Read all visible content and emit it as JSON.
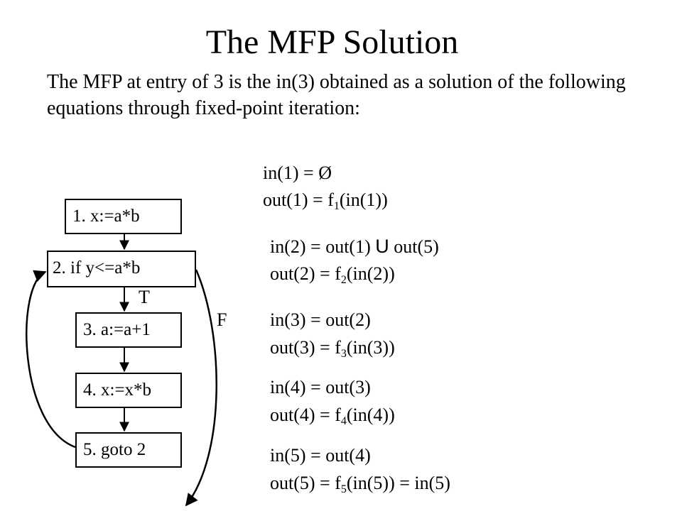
{
  "title": "The MFP Solution",
  "intro": "The MFP at entry of 3 is the in(3) obtained as a solution of the following equations through fixed-point iteration:",
  "nodes": {
    "n1": "1. x:=a*b",
    "n2": "2. if y<=a*b",
    "n3": "3. a:=a+1",
    "n4": "4. x:=x*b",
    "n5": "5. goto 2"
  },
  "edge_labels": {
    "true": "T",
    "false": "F"
  },
  "equations": {
    "b1": {
      "in_lhs": "in(1) = ",
      "in_rhs": "Ø",
      "out_lhs": "out(1) = f",
      "out_sub": "1",
      "out_rhs": "(in(1))"
    },
    "b2": {
      "in_lhs": "in(2) = out(1) ",
      "union": "U",
      "in_rhs": " out(5)",
      "out_lhs": "out(2) = f",
      "out_sub": "2",
      "out_rhs": "(in(2))"
    },
    "b3": {
      "in_lhs": "in(3) = out(2)",
      "out_lhs": "out(3) = f",
      "out_sub": "3",
      "out_rhs": "(in(3))"
    },
    "b4": {
      "in_lhs": "in(4) = out(3)",
      "out_lhs": "out(4) = f",
      "out_sub": "4",
      "out_rhs": "(in(4))"
    },
    "b5": {
      "in_lhs": "in(5) = out(4)",
      "out_lhs": "out(5) = f",
      "out_sub": "5",
      "out_rhs": "(in(5)) = in(5)"
    }
  }
}
